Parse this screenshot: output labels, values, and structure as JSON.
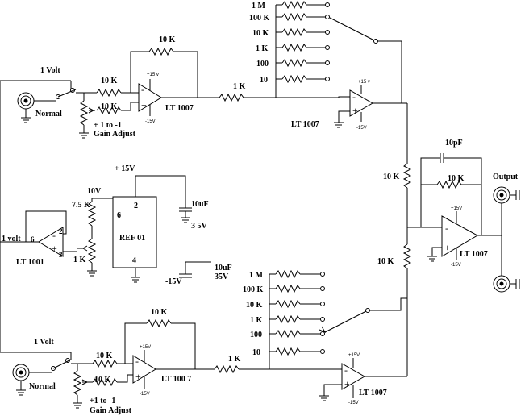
{
  "labels": {
    "top_1v": "1 Volt",
    "top_normal": "Normal",
    "top_10k_in": "10  K",
    "top_10k_in2": "10 K",
    "top_10k_fb": "10 K",
    "top_gain1": "+ 1 to -1",
    "top_gain2": "Gain Adjust",
    "top_opamp": "LT  1007",
    "top_p15": "+15 v",
    "top_m15": "-15V",
    "top_1k": "1 K",
    "top_out_amp": "LT  1007",
    "top_out_p15": "+15 v",
    "top_out_m15": "-15V",
    "top_range": [
      "1 M",
      "100 K",
      "10 K",
      "1 K",
      "100",
      "10"
    ],
    "ref_p15": "+ 15V",
    "ref_10v": "10V",
    "ref_75k": "7.5 K",
    "ref_pin6": "6",
    "ref_pin2": "2",
    "ref_pin4": "4",
    "ref_name": "REF  01",
    "ref_1k": "1 K",
    "ref_cap1": "10uF",
    "ref_cap1v": "3 5V",
    "ref_cap2": "10uF",
    "ref_cap2v": "35V",
    "ref_m15": "-15V",
    "buf_1v": "1 volt",
    "buf_pin6": "6",
    "buf_pin2": "2",
    "buf_pin3": "3",
    "buf_name": "LT  1001",
    "sum_10pf": "10pF",
    "sum_10k_fb": "10 K",
    "sum_10k_a": "10 K",
    "sum_10k_b": "10 K",
    "sum_p15": "+15V",
    "sum_m15": "-15V",
    "sum_amp": "LT   1007",
    "sum_output": "Output",
    "bot_1v": "1 Volt",
    "bot_normal": "Normal",
    "bot_10k_in": "10  K",
    "bot_10k_in2": "10  K",
    "bot_10k_fb": "10 K",
    "bot_gain1": "+1  to -1",
    "bot_gain2": "Gain Adjust",
    "bot_opamp": "LT  100 7",
    "bot_p15": "+15V",
    "bot_m15": "-15V",
    "bot_1k": "1 K",
    "bot_out_amp": "LT  1007",
    "bot_out_p15": "+15V",
    "bot_out_m15": "-15V",
    "bot_range": [
      "1 M",
      "100 K",
      "10 K",
      "1 K",
      "100",
      "10"
    ],
    "plus": "+",
    "minus": "-"
  }
}
